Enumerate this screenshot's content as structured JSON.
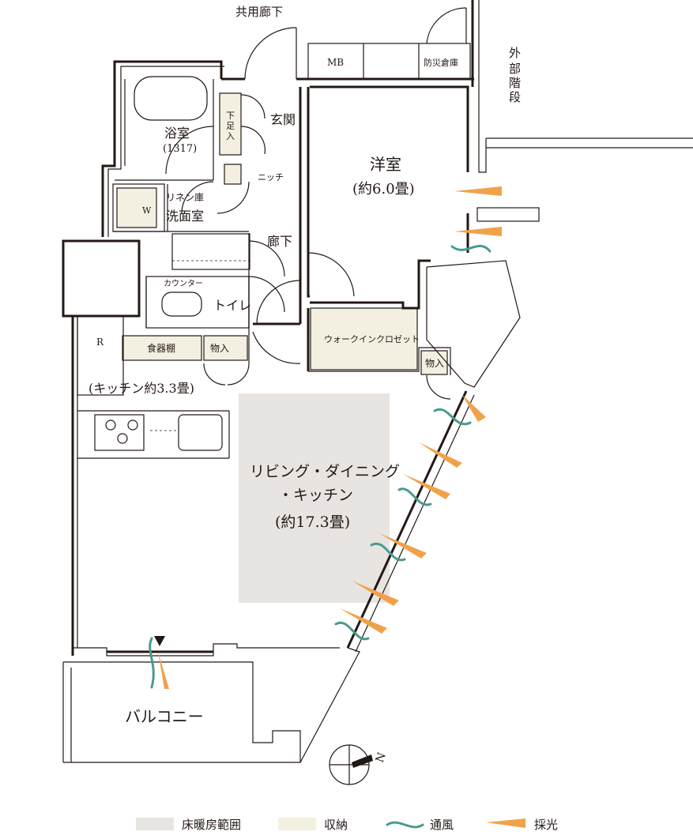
{
  "colors": {
    "floor_heating": "#e8e4e1",
    "storage": "#f3f0e1",
    "ventilation": "#4a9a8f",
    "daylight": "#f0a24a",
    "line": "#231815"
  },
  "labels": {
    "common_corridor": "共用廊下",
    "external_stairs": [
      "外",
      "部",
      "階",
      "段"
    ],
    "mb": "MB",
    "disaster_storage": "防災倉庫",
    "bathroom": "浴室",
    "bathroom_size": "(1317)",
    "shoe_storage": [
      "下",
      "足",
      "入"
    ],
    "entrance": "玄関",
    "niche": "ニッチ",
    "linen": "リネン庫",
    "washbasin": "W",
    "powder_room": "洗面室",
    "hallway": "廊下",
    "counter": "カウンター",
    "toilet": "トイレ",
    "western_room": "洋室",
    "western_room_size": "(約6.0畳)",
    "walk_in_closet": "ウォークインクロゼット",
    "closet_small_right": "物入",
    "refrigerator": "R",
    "cupboard": "食器棚",
    "closet_small_left": "物入",
    "kitchen_size": "(キッチン約3.3畳)",
    "ldk_line1": "リビング・ダイニング",
    "ldk_line2": "・キッチン",
    "ldk_size": "(約17.3畳)",
    "balcony": "バルコニー",
    "north": "N"
  },
  "legend": [
    {
      "key": "floor_heating",
      "label": "床暖房範囲"
    },
    {
      "key": "storage",
      "label": "収納"
    },
    {
      "key": "ventilation",
      "label": "通風"
    },
    {
      "key": "daylight",
      "label": "採光"
    }
  ]
}
